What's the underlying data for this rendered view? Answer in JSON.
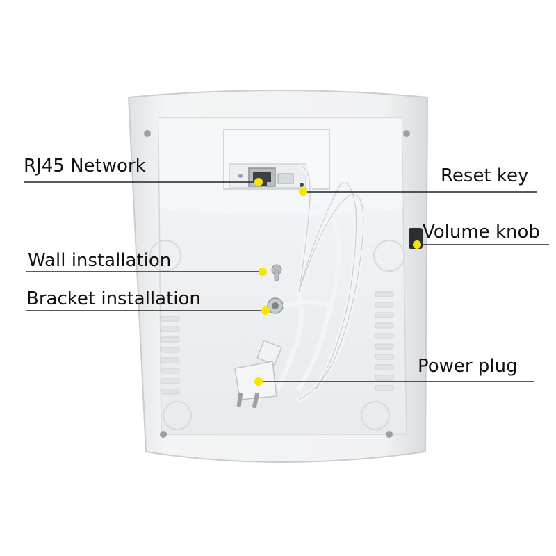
{
  "callouts": {
    "rj45": {
      "label": "RJ45 Network"
    },
    "reset": {
      "label": "Reset key"
    },
    "volume": {
      "label": "Volume knob"
    },
    "wall": {
      "label": "Wall installation"
    },
    "bracket": {
      "label": "Bracket installation"
    },
    "power": {
      "label": "Power plug"
    }
  },
  "colors": {
    "marker": "#f5e600",
    "leader_line": "#222222",
    "device_body": "#eef0f2",
    "device_shadow": "#cfd3d7",
    "cable": "#f6f7f8"
  }
}
